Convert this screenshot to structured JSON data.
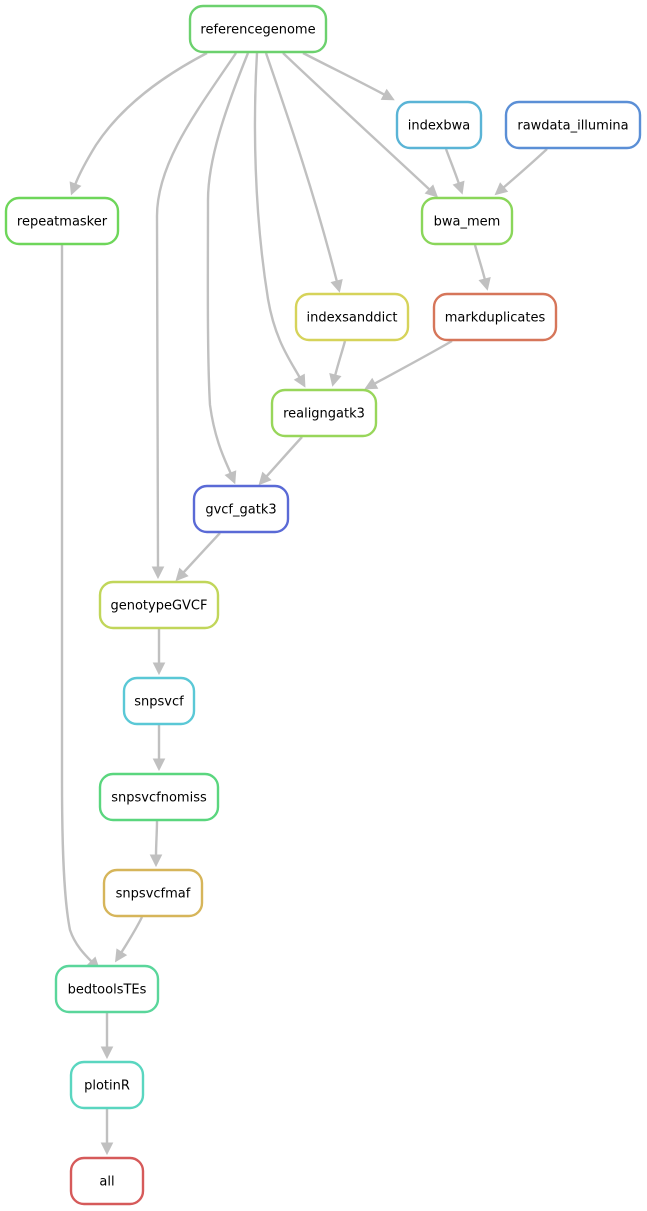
{
  "nodes": [
    {
      "id": "referencegenome",
      "label": "referencegenome",
      "color": "#6cd16e"
    },
    {
      "id": "indexbwa",
      "label": "indexbwa",
      "color": "#5ab4d6"
    },
    {
      "id": "rawdata_illumina",
      "label": "rawdata_illumina",
      "color": "#5b8fd6"
    },
    {
      "id": "repeatmasker",
      "label": "repeatmasker",
      "color": "#6ed65a"
    },
    {
      "id": "bwa_mem",
      "label": "bwa_mem",
      "color": "#8ad65a"
    },
    {
      "id": "indexsanddict",
      "label": "indexsanddict",
      "color": "#d6d35a"
    },
    {
      "id": "markduplicates",
      "label": "markduplicates",
      "color": "#d6765a"
    },
    {
      "id": "realigngatk3",
      "label": "realigngatk3",
      "color": "#98d65a"
    },
    {
      "id": "gvcf_gatk3",
      "label": "gvcf_gatk3",
      "color": "#5a6ad6"
    },
    {
      "id": "genotypeGVCF",
      "label": "genotypeGVCF",
      "color": "#c1d65a"
    },
    {
      "id": "snpsvcf",
      "label": "snpsvcf",
      "color": "#5ac8d6"
    },
    {
      "id": "snpsvcfnomiss",
      "label": "snpsvcfnomiss",
      "color": "#5ad67e"
    },
    {
      "id": "snpsvcfmaf",
      "label": "snpsvcfmaf",
      "color": "#d6b55a"
    },
    {
      "id": "bedtoolsTEs",
      "label": "bedtoolsTEs",
      "color": "#5ad69b"
    },
    {
      "id": "plotinR",
      "label": "plotinR",
      "color": "#5ad6c0"
    },
    {
      "id": "all",
      "label": "all",
      "color": "#d65a5a"
    }
  ],
  "edges": [
    {
      "from": "referencegenome",
      "to": "repeatmasker"
    },
    {
      "from": "referencegenome",
      "to": "indexbwa"
    },
    {
      "from": "referencegenome",
      "to": "bwa_mem"
    },
    {
      "from": "referencegenome",
      "to": "indexsanddict"
    },
    {
      "from": "referencegenome",
      "to": "realigngatk3"
    },
    {
      "from": "referencegenome",
      "to": "gvcf_gatk3"
    },
    {
      "from": "referencegenome",
      "to": "genotypeGVCF"
    },
    {
      "from": "indexbwa",
      "to": "bwa_mem"
    },
    {
      "from": "rawdata_illumina",
      "to": "bwa_mem"
    },
    {
      "from": "bwa_mem",
      "to": "markduplicates"
    },
    {
      "from": "indexsanddict",
      "to": "realigngatk3"
    },
    {
      "from": "markduplicates",
      "to": "realigngatk3"
    },
    {
      "from": "realigngatk3",
      "to": "gvcf_gatk3"
    },
    {
      "from": "gvcf_gatk3",
      "to": "genotypeGVCF"
    },
    {
      "from": "genotypeGVCF",
      "to": "snpsvcf"
    },
    {
      "from": "snpsvcf",
      "to": "snpsvcfnomiss"
    },
    {
      "from": "snpsvcfnomiss",
      "to": "snpsvcfmaf"
    },
    {
      "from": "snpsvcfmaf",
      "to": "bedtoolsTEs"
    },
    {
      "from": "repeatmasker",
      "to": "bedtoolsTEs"
    },
    {
      "from": "bedtoolsTEs",
      "to": "plotinR"
    },
    {
      "from": "plotinR",
      "to": "all"
    }
  ]
}
